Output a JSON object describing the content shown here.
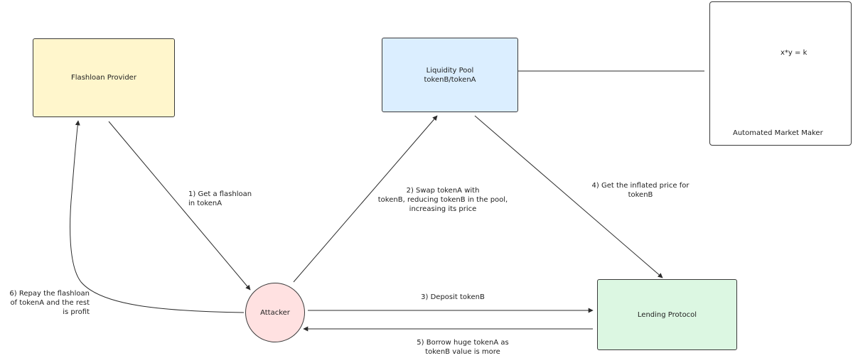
{
  "nodes": {
    "flashloan_provider": "Flashloan Provider",
    "liquidity_pool": "Liquidity Pool\ntokenB/tokenA",
    "attacker": "Attacker",
    "lending_protocol": "Lending Protocol"
  },
  "amm": {
    "formula": "x*y = k",
    "caption": "Automated Market Maker"
  },
  "edges": {
    "step1": "1) Get a flashloan\nin tokenA",
    "step2": "2) Swap tokenA with\ntokenB, reducing tokenB in the pool,\nincreasing its price",
    "step3": "3) Deposit tokenB",
    "step4": "4) Get the inflated price for\ntokenB",
    "step5": "5) Borrow huge tokenA as\ntokenB value is more",
    "step6": "6) Repay the flashloan\nof tokenA and the rest\nis profit"
  }
}
